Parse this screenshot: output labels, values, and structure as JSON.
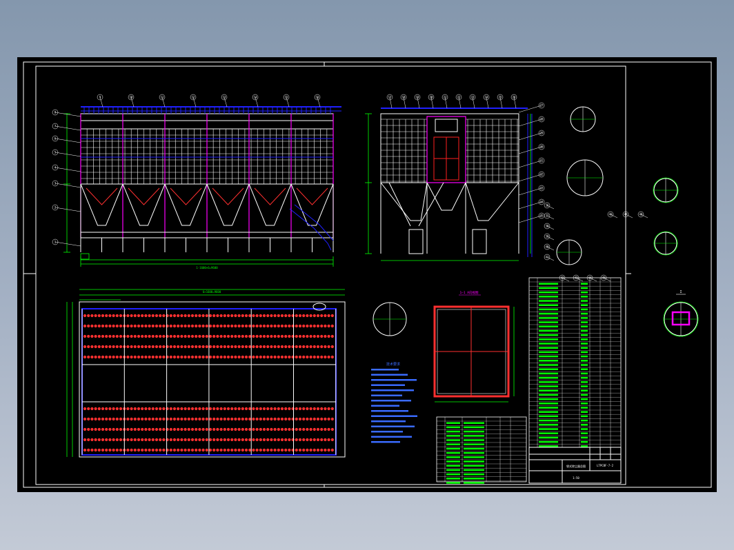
{
  "drawing": {
    "viewport_background": "#000000",
    "colors": {
      "frame": "#ffffff",
      "structure": "#ffffff",
      "filter_bags": "#ff3030",
      "piping": "#2020ff",
      "dimensions": "#00ff00",
      "highlight": "#ff00ff",
      "leaders": "#ffffff",
      "notes": "#3a6bff"
    },
    "labels": {
      "dim_overall_width": "1-1600×6=9600",
      "dim_plan_width": "6×1600=9600",
      "section_view_title": "1—1  A向视图",
      "title_block_name": "袋式除尘器总图",
      "title_block_drawing_no": "LTPCBF-7-2",
      "title_block_scale": "1:50",
      "detail_marker": "I",
      "notes_title": "技术要求"
    },
    "balloon_numbers_front": [
      "1",
      "2",
      "3",
      "4",
      "5",
      "6",
      "7",
      "8",
      "9",
      "10",
      "11",
      "12",
      "13",
      "14",
      "15",
      "16"
    ],
    "balloon_numbers_side": [
      "17",
      "18",
      "19",
      "20",
      "21",
      "22",
      "23",
      "24",
      "25",
      "26",
      "27",
      "28",
      "29",
      "30",
      "31",
      "32",
      "33",
      "34",
      "35"
    ],
    "balloon_numbers_details": [
      "36",
      "37",
      "38",
      "39",
      "40",
      "41",
      "42",
      "43",
      "44",
      "45",
      "46",
      "47",
      "48"
    ]
  }
}
